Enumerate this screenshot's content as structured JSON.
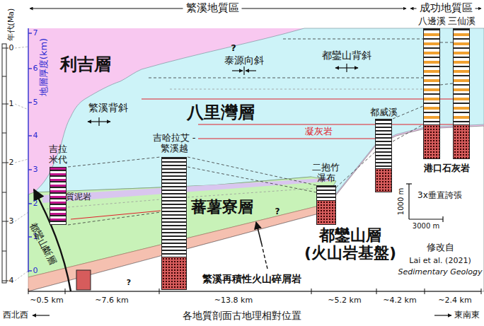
{
  "diagram": {
    "caption": "各地質剖面古地理相對位置",
    "nodes": [
      {
        "text": [
          "吉拉米代"
        ]
      },
      {
        "text": [
          "吉哈拉艾 -繁溪越"
        ]
      },
      {
        "text": [
          "二抱竹瀑布"
        ]
      },
      {
        "text": [
          "都威溪"
        ]
      },
      {
        "text": [
          "八邊溪"
        ]
      },
      {
        "text": [
          "三仙溪"
        ]
      }
    ],
    "labels": [
      "年代(Ma)",
      "0",
      "1",
      "2",
      "3",
      "4",
      "地層厚度(km)",
      "0",
      "1",
      "2",
      "3",
      "4",
      "5",
      "6",
      "7",
      "繁溪地質區",
      "成功地質區",
      "利吉層",
      "八里灣層",
      "蕃薯寮層",
      "都鑾山層 (火山岩基盤)",
      "繁溪再積性火山碎屑岩",
      "港口石灰岩",
      "繁溪背斜",
      "泰源向斜",
      "都鑾山背斜",
      "凝灰岩",
      "礫質泥岩",
      "都鑾山斷層",
      "3x垂直誇張",
      "1000 m",
      "3000 m",
      "修改自",
      "Lai et al. (2021)",
      "Sedimentary Geology",
      "~0.5 km",
      "~7.6 km",
      "~13.8 km",
      "~5.2 km",
      "~4.2 km",
      "~2.4 km",
      "西北西",
      "東南東",
      "?",
      "?",
      "?"
    ]
  }
}
